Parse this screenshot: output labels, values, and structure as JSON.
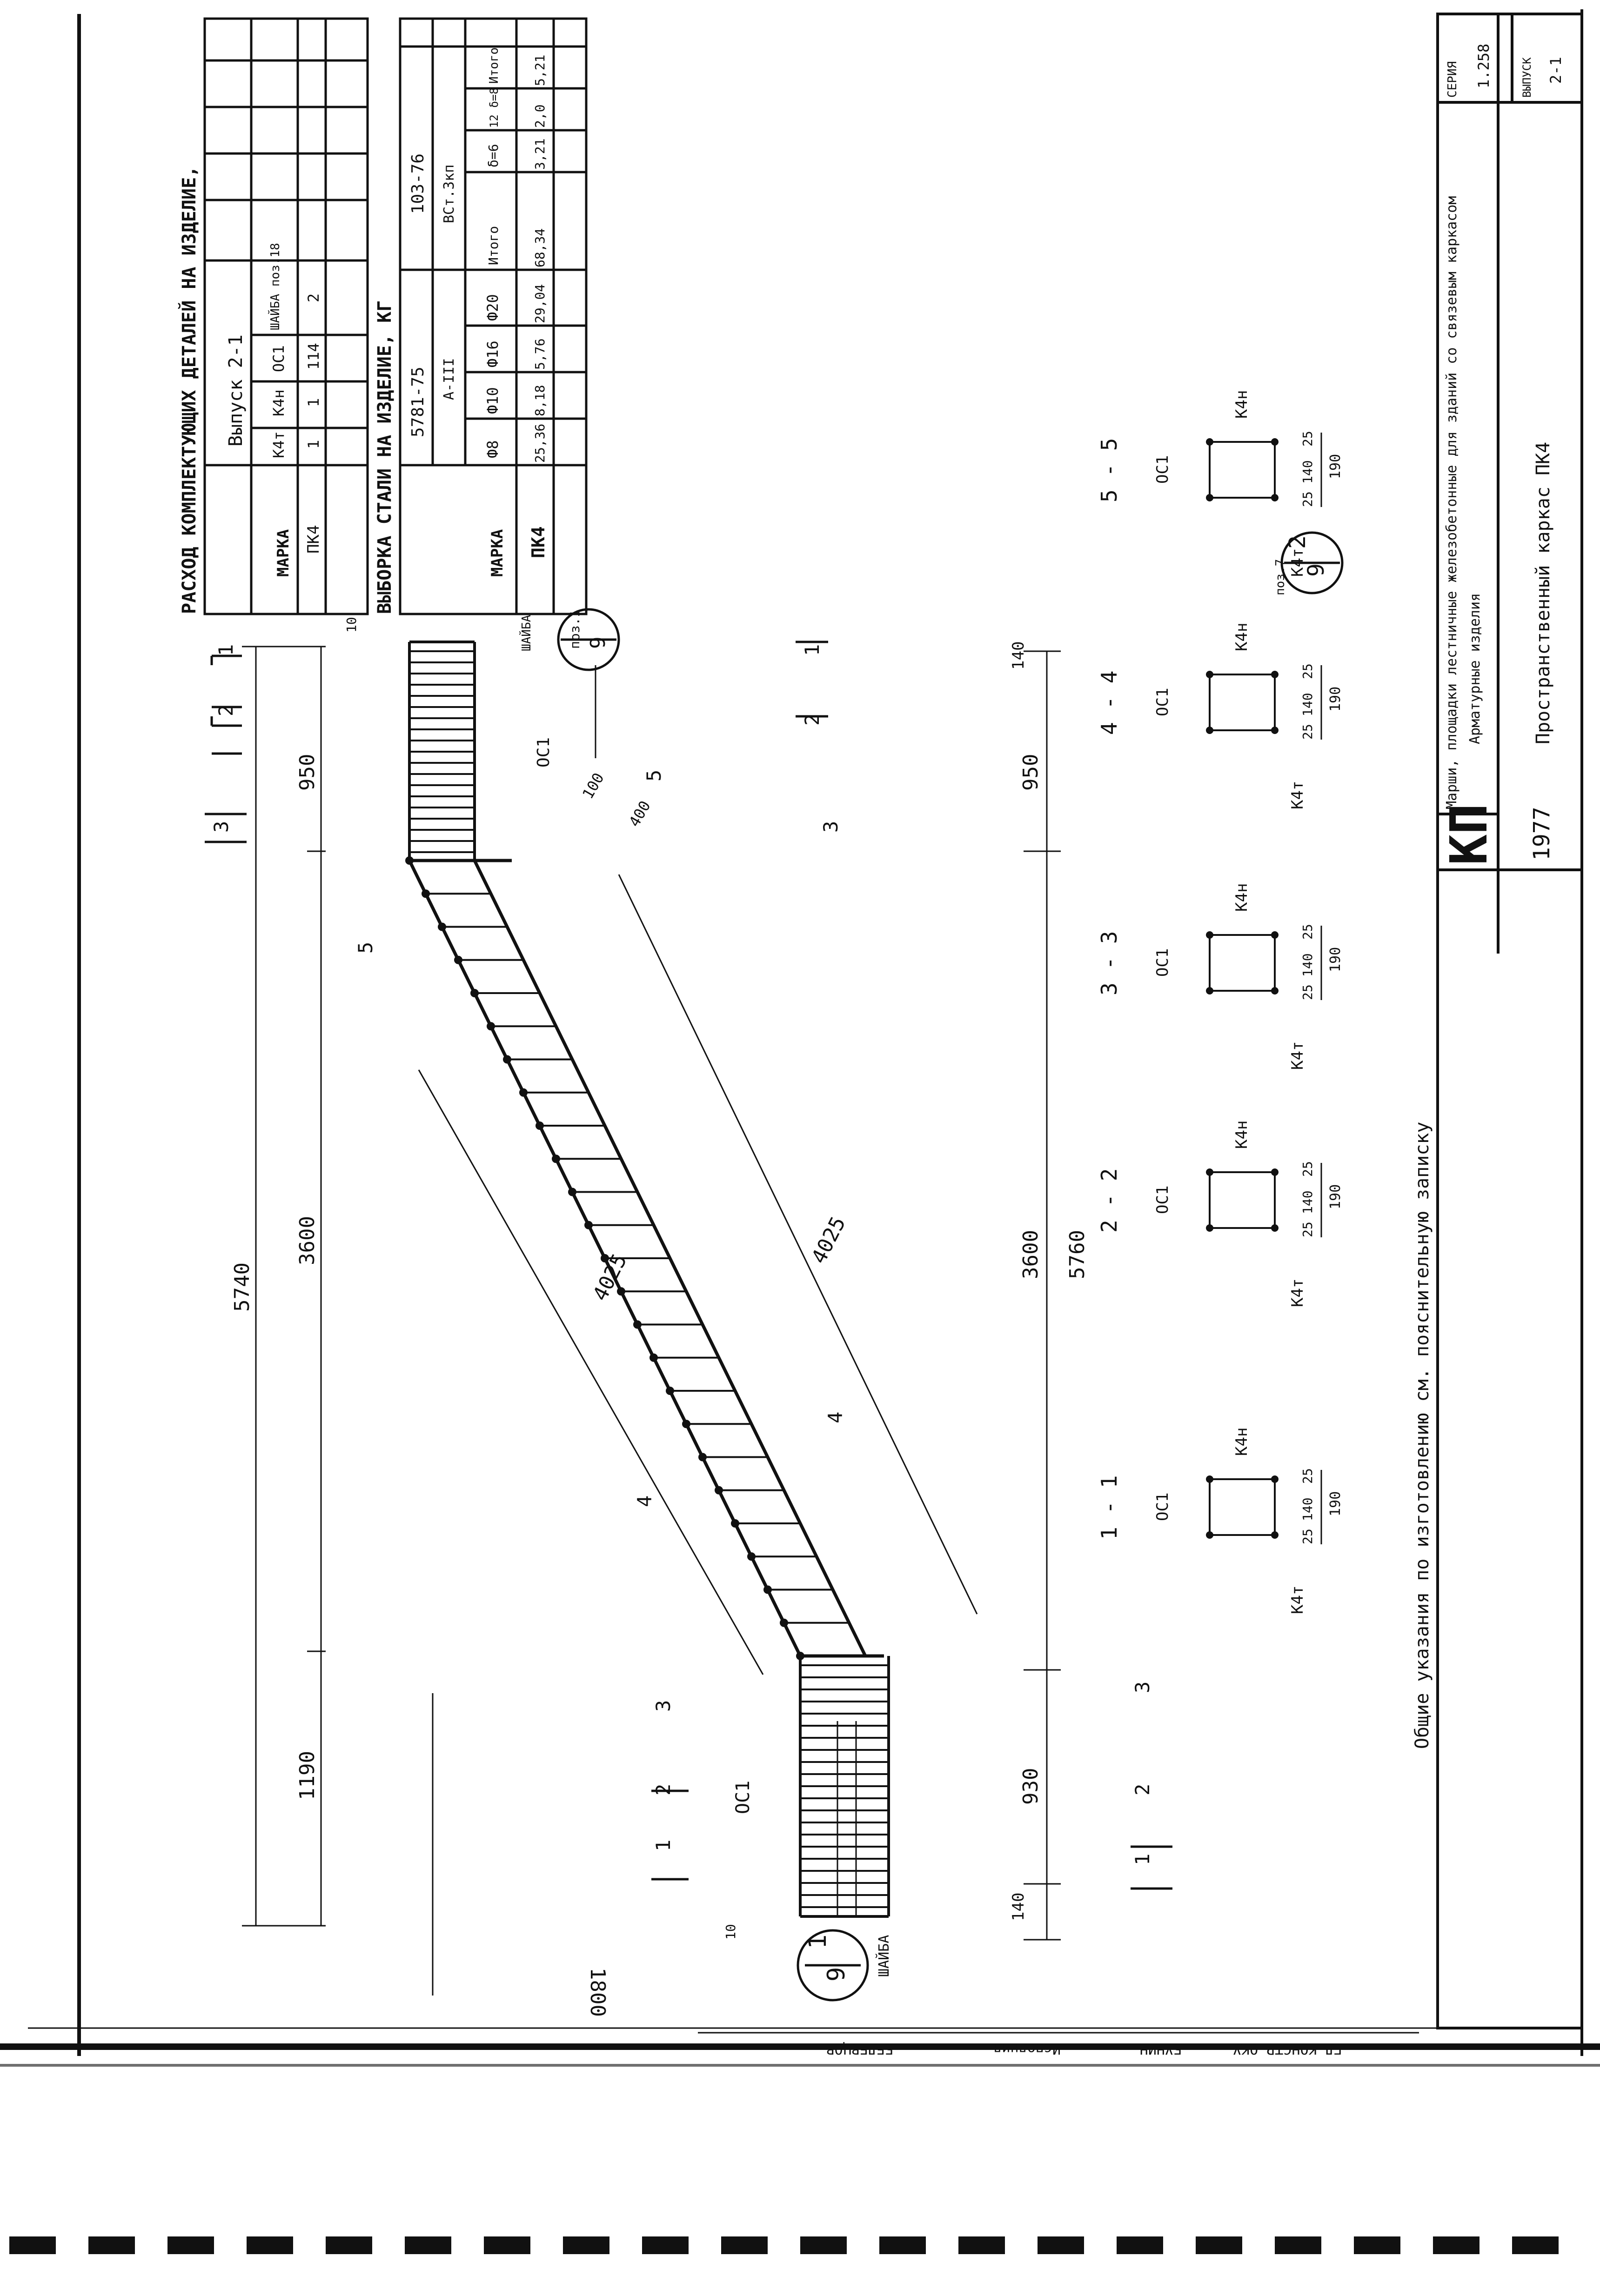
{
  "consumption_table": {
    "title": "РАСХОД КОМПЛЕКТУЮЩИХ ДЕТАЛЕЙ НА ИЗДЕЛИЕ,",
    "mark_header": "МАРКА",
    "issue_header": "Выпуск 2-1",
    "columns": [
      "К4т",
      "К4н",
      "ОС1",
      "ШАЙБА поз.18"
    ],
    "row_mark": "ПК4",
    "row_values": [
      "1",
      "1",
      "114",
      "2"
    ]
  },
  "steel_table": {
    "title": "ВЫБОРКА СТАЛИ НА ИЗДЕЛИЕ, КГ",
    "mark_header": "МАРКА",
    "gost_1": "5781-75",
    "steel_class": "А-III",
    "gost_2": "103-76",
    "steel_grade": "ВСт.3кп",
    "columns": [
      "Ф8",
      "Ф10",
      "Ф16",
      "Ф20",
      "Итого",
      "δ=6",
      "12 δ=8",
      "Итого"
    ],
    "row_mark": "ПК4",
    "row_values": [
      "25,36",
      "8,18",
      "5,76",
      "29,04",
      "68,34",
      "3,21",
      "2,0",
      "5,21"
    ]
  },
  "dimensions": {
    "overall_top": "5740",
    "span_top": "3600",
    "left_landing": "1190",
    "right_landing_top": "950",
    "bottom_total": "5760",
    "bottom_span": "3600",
    "bottom_left": "930",
    "bottom_right": "950",
    "bottom_left_edge": "140",
    "right_edge": "140",
    "diagonal_upper": "4025",
    "diagonal_lower": "4025",
    "rise": "1800",
    "node_offset_1": "100",
    "node_offset_2": "400",
    "gap_left": "10",
    "gap_right": "10"
  },
  "labels": {
    "os1_a": "ОС1",
    "os1_b": "ОС1",
    "os1_c": "ОС1",
    "washer": "ШАЙБА",
    "washer_2": "ШАЙБА",
    "node_1_top": "1",
    "node_1_bottom": "9",
    "node_pos": "поз.1",
    "node_2_top": "2",
    "node_2_bottom": "9",
    "node_2_pos": "поз.7"
  },
  "sections": [
    {
      "title": "1 - 1",
      "bar_t": "К4т",
      "bar_n": "К4н",
      "os": "ОС1",
      "d1": "25",
      "d2": "140",
      "d3": "25",
      "total": "190"
    },
    {
      "title": "2 - 2",
      "bar_t": "К4т",
      "bar_n": "К4н",
      "os": "ОС1",
      "d1": "25",
      "d2": "140",
      "d3": "25",
      "total": "190"
    },
    {
      "title": "3 - 3",
      "bar_t": "К4т",
      "bar_n": "К4н",
      "os": "ОС1",
      "d1": "25",
      "d2": "140",
      "d3": "25",
      "total": "190"
    },
    {
      "title": "4 - 4",
      "bar_t": "К4т",
      "bar_n": "К4н",
      "os": "ОС1",
      "d1": "25",
      "d2": "140",
      "d3": "25",
      "total": "190"
    },
    {
      "title": "5 - 5",
      "bar_t": "К4т",
      "bar_n": "К4н",
      "os": "ОС1",
      "d1": "25",
      "d2": "140",
      "d3": "25",
      "total": "190"
    }
  ],
  "section_marks": [
    "1",
    "2",
    "3",
    "4",
    "5"
  ],
  "general_note": "Общие указания по изготовлению см. пояснительную записку",
  "title_block": {
    "logo": "КП",
    "series_label": "СЕРИЯ",
    "series": "1.258",
    "issue_label": "ВЫПУСК",
    "issue": "2-1",
    "year": "1977",
    "description_1": "Марши, площадки лестничные железобетонные для зданий со связевым каркасом",
    "description_2": "Арматурные изделия",
    "drawing_title": "Пространственный каркас ПК4"
  },
  "signature_strip": [
    "ГЛ.КОНСТР.ОКУ",
    "БУНИН",
    "Исполнил",
    "БЕЛЕВЦОВ"
  ]
}
